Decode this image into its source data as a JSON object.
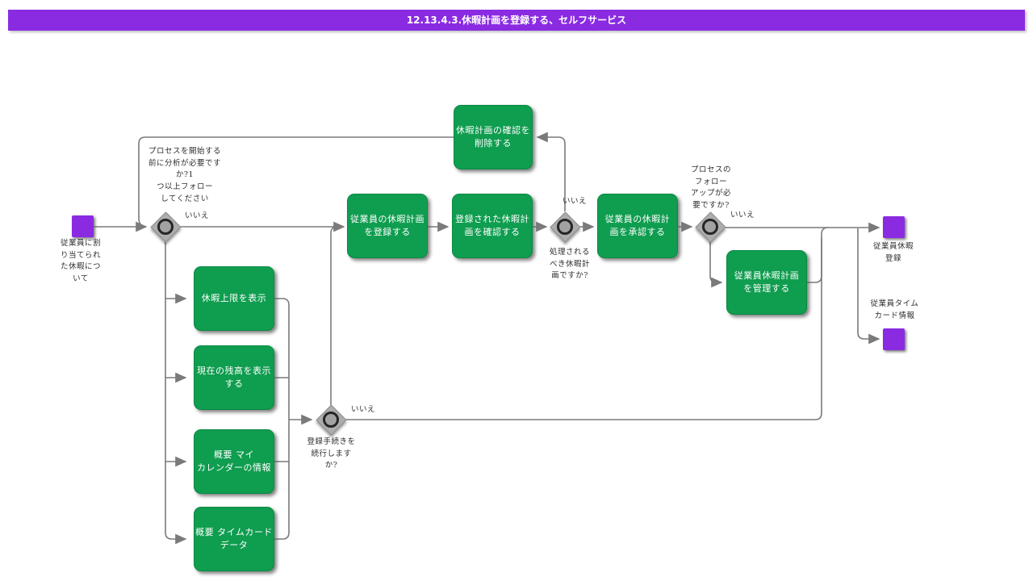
{
  "title": "12.13.4.3.休暇計画を登録する、セルフサービス",
  "colors": {
    "accent_purple": "#8a2be2",
    "task_green": "#0f9d4f",
    "connector_gray": "#7a7a7a",
    "gateway_gray": "#adadad"
  },
  "events": {
    "start": "従業員に割\nり当てられ\nた休暇につ\nいて",
    "end_registration": "従業員休暇\n登録",
    "end_timecard": "従業員タイム\nカード情報"
  },
  "tasks": {
    "delete": "休暇計画の確認を\n削除する",
    "register": "従業員の休暇計画\nを登録する",
    "confirm": "登録された休暇計\n画を確認する",
    "approve": "従業員の休暇計\n画を承認する",
    "manage": "従業員休暇計画\nを管理する",
    "limit": "休暇上限を表示",
    "balance": "現在の残高を表示\nする",
    "calendar": "概要 マイ\nカレンダーの情報",
    "timecard": "概要 タイムカード\nデータ"
  },
  "gateways": {
    "analysis": {
      "question": "プロセスを開始する\n前に分析が必要です\nか?1\nつ以上フォロー\nしてください",
      "no_label": "いいえ"
    },
    "continue_registration": {
      "question": "登録手続きを\n続行します\nか?",
      "no_label": "いいえ"
    },
    "plan_to_process": {
      "question": "処理される\nべき休暇計\n画ですか?",
      "no_label": "いいえ"
    },
    "follow_up": {
      "question": "プロセスの\nフォロー\nアップが必\n要ですか?",
      "no_label": "いいえ"
    }
  }
}
